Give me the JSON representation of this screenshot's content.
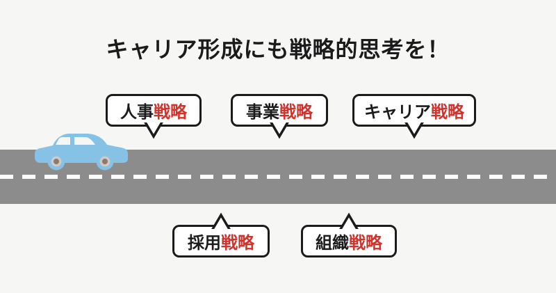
{
  "title": "キャリア形成にも戦略的思考を！",
  "bubbles": {
    "top": [
      {
        "prefix": "人事",
        "highlight": "戦略",
        "full": "人事戦略"
      },
      {
        "prefix": "事業",
        "highlight": "戦略",
        "full": "事業戦略"
      },
      {
        "prefix": "キャリア",
        "highlight": "戦略",
        "full": "キャリア戦略"
      }
    ],
    "bottom": [
      {
        "prefix": "採用",
        "highlight": "戦略",
        "full": "採用戦略"
      },
      {
        "prefix": "組織",
        "highlight": "戦略",
        "full": "組織戦略"
      }
    ]
  },
  "icons": {
    "car": "car-side-icon",
    "road": "road-with-dashed-center-line"
  },
  "colors": {
    "bg": "#f6f6f4",
    "ink": "#1b1b1b",
    "accent-red": "#cf342c",
    "road": "#8c8c8c",
    "lane-line": "#fafafa",
    "car-blue": "#85c2e5",
    "wheel-ring": "#cfcac5",
    "wheel-hub": "#8c7a70",
    "bubble-bg": "#ffffff"
  }
}
